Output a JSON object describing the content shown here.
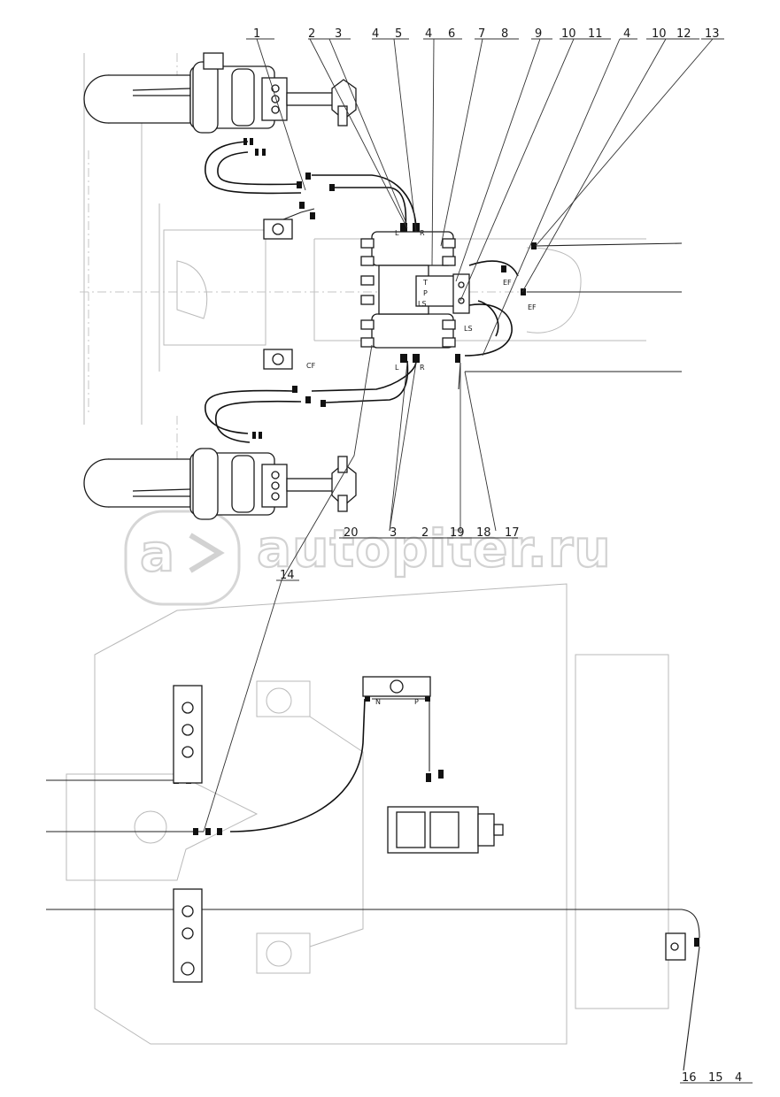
{
  "watermark": {
    "text": "autopiter.ru",
    "logo_letter": "a"
  },
  "callouts_top": [
    "1",
    "2",
    "3",
    "4",
    "5",
    "4",
    "6",
    "7",
    "8",
    "9",
    "10",
    "11",
    "4",
    "10",
    "12",
    "13"
  ],
  "callouts_mid": [
    "14",
    "20",
    "3",
    "2",
    "19",
    "18",
    "17"
  ],
  "callouts_bottom": [
    "16",
    "15",
    "4"
  ],
  "port_labels": {
    "left": "L",
    "right": "R",
    "pressure": "P",
    "tank": "T",
    "load_sense": "LS",
    "load_sense_2": "LS",
    "pump_n": "N",
    "pump_p": "P",
    "ef_1": "EF",
    "ef_2": "EF",
    "cf": "CF"
  },
  "colors": {
    "ink": "#1a1a1a",
    "faint": "#b9b9b9",
    "watermark": "#d2d2d2"
  }
}
